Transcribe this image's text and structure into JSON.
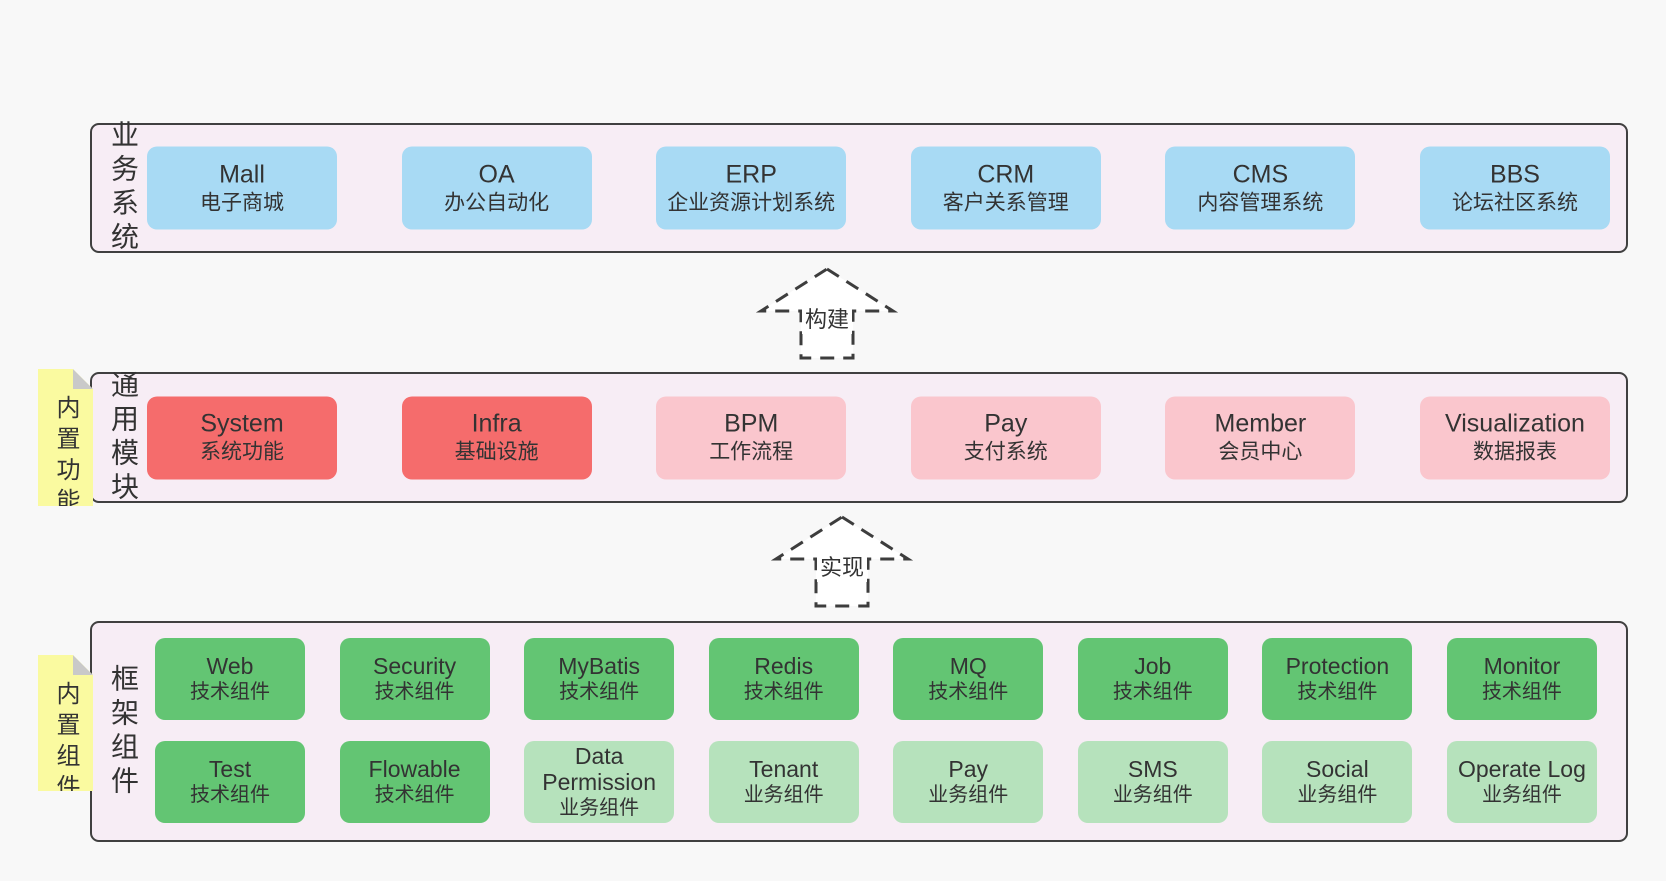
{
  "colors": {
    "page_bg": "#f8f8f8",
    "band_bg": "#f7edf5",
    "band_border": "#404040",
    "blue": "#a8daf4",
    "red": "#f56c6c",
    "pink": "#fac6cd",
    "green_dark": "#63c573",
    "green_light": "#b6e2bc",
    "yellow": "#fafaa0",
    "fold": "#c9c9c9",
    "text": "#333333"
  },
  "arrows": [
    {
      "label": "构建"
    },
    {
      "label": "实现"
    }
  ],
  "bands": [
    {
      "side_label": "业务系统",
      "boxes": [
        {
          "name": "Mall",
          "desc": "电子商城",
          "variant": "blue"
        },
        {
          "name": "OA",
          "desc": "办公自动化",
          "variant": "blue"
        },
        {
          "name": "ERP",
          "desc": "企业资源计划系统",
          "variant": "blue"
        },
        {
          "name": "CRM",
          "desc": "客户关系管理",
          "variant": "blue"
        },
        {
          "name": "CMS",
          "desc": "内容管理系统",
          "variant": "blue"
        },
        {
          "name": "BBS",
          "desc": "论坛社区系统",
          "variant": "blue"
        }
      ]
    },
    {
      "side_label": "通用模块",
      "tag": "内置功能",
      "boxes": [
        {
          "name": "System",
          "desc": "系统功能",
          "variant": "red"
        },
        {
          "name": "Infra",
          "desc": "基础设施",
          "variant": "red"
        },
        {
          "name": "BPM",
          "desc": "工作流程",
          "variant": "pink"
        },
        {
          "name": "Pay",
          "desc": "支付系统",
          "variant": "pink"
        },
        {
          "name": "Member",
          "desc": "会员中心",
          "variant": "pink"
        },
        {
          "name": "Visualization",
          "desc": "数据报表",
          "variant": "pink"
        }
      ]
    },
    {
      "side_label": "框架组件",
      "tag": "内置组件",
      "rows": [
        [
          {
            "name": "Web",
            "desc": "技术组件",
            "variant": "green_dark"
          },
          {
            "name": "Security",
            "desc": "技术组件",
            "variant": "green_dark"
          },
          {
            "name": "MyBatis",
            "desc": "技术组件",
            "variant": "green_dark"
          },
          {
            "name": "Redis",
            "desc": "技术组件",
            "variant": "green_dark"
          },
          {
            "name": "MQ",
            "desc": "技术组件",
            "variant": "green_dark"
          },
          {
            "name": "Job",
            "desc": "技术组件",
            "variant": "green_dark"
          },
          {
            "name": "Protection",
            "desc": "技术组件",
            "variant": "green_dark"
          },
          {
            "name": "Monitor",
            "desc": "技术组件",
            "variant": "green_dark"
          }
        ],
        [
          {
            "name": "Test",
            "desc": "技术组件",
            "variant": "green_dark"
          },
          {
            "name": "Flowable",
            "desc": "技术组件",
            "variant": "green_dark"
          },
          {
            "name": "Data Permission",
            "desc": "业务组件",
            "variant": "green_light"
          },
          {
            "name": "Tenant",
            "desc": "业务组件",
            "variant": "green_light"
          },
          {
            "name": "Pay",
            "desc": "业务组件",
            "variant": "green_light"
          },
          {
            "name": "SMS",
            "desc": "业务组件",
            "variant": "green_light"
          },
          {
            "name": "Social",
            "desc": "业务组件",
            "variant": "green_light"
          },
          {
            "name": "Operate Log",
            "desc": "业务组件",
            "variant": "green_light"
          }
        ]
      ]
    }
  ]
}
